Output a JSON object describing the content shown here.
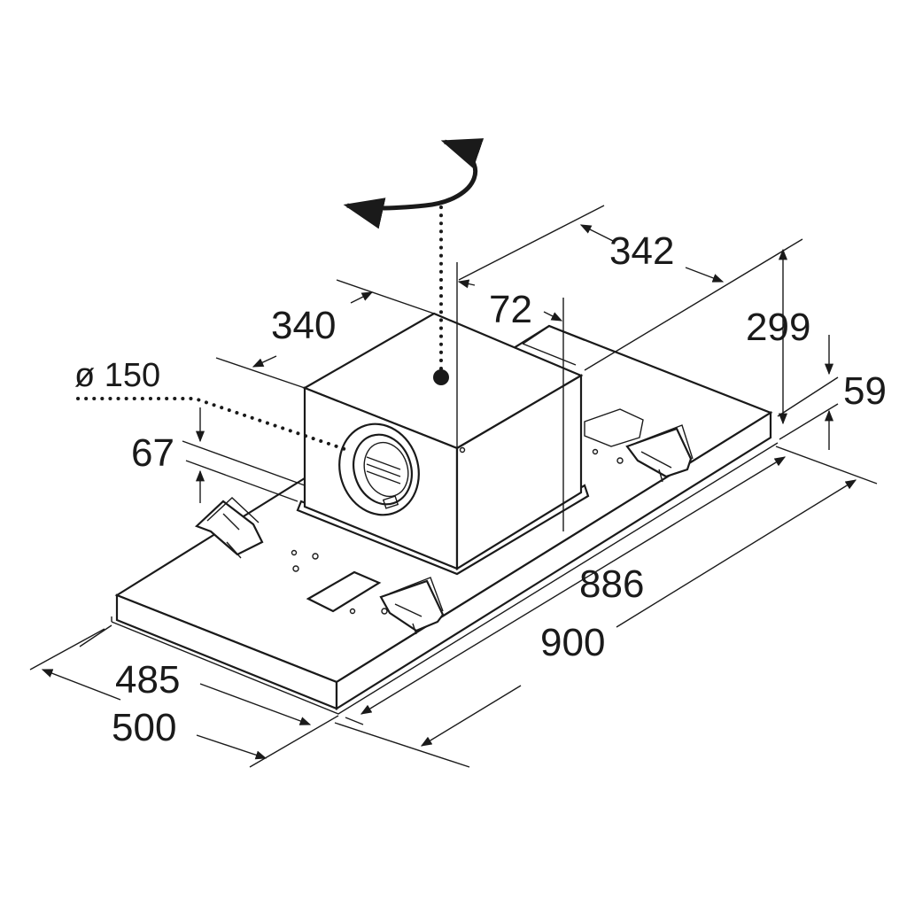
{
  "dimensions": {
    "top_depth": "342",
    "box_width": "340",
    "offset": "72",
    "total_height": "299",
    "panel_height": "59",
    "duct_diameter": "ø 150",
    "duct_height": "67",
    "inner_length": "886",
    "outer_length": "900",
    "inner_width": "485",
    "outer_width": "500"
  },
  "colors": {
    "line": "#1a1a1a",
    "background": "#ffffff"
  },
  "icons": {
    "rotation": "rotation-arrow-icon"
  }
}
